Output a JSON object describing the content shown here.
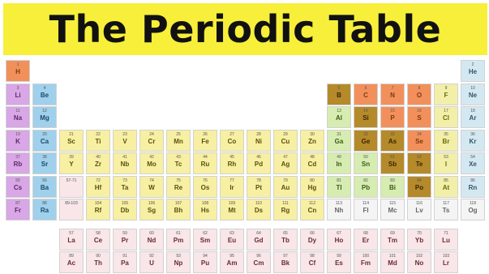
{
  "title": "The Periodic Table",
  "colors": {
    "banner": "#f7ef3a",
    "alkali": "#d9a6e6",
    "alkaline_earth": "#9fd0ec",
    "transition": "#f7efa2",
    "post_transition": "#d6ecb0",
    "metalloid": "#b58a2a",
    "nonmetal": "#f2905b",
    "halogen": "#f2efa8",
    "noble": "#d4e8f2",
    "lanthanide": "#f8e6e8",
    "actinide": "#f8e6e8",
    "unknown": "#f4f4f4"
  },
  "elements": [
    {
      "n": "1",
      "s": "H",
      "row": 1,
      "col": 1,
      "cat": "nonmetal"
    },
    {
      "n": "2",
      "s": "He",
      "row": 1,
      "col": 18,
      "cat": "noble"
    },
    {
      "n": "3",
      "s": "Li",
      "row": 2,
      "col": 1,
      "cat": "alkali"
    },
    {
      "n": "4",
      "s": "Be",
      "row": 2,
      "col": 2,
      "cat": "alkaline_earth"
    },
    {
      "n": "5",
      "s": "B",
      "row": 2,
      "col": 13,
      "cat": "metalloid"
    },
    {
      "n": "6",
      "s": "C",
      "row": 2,
      "col": 14,
      "cat": "nonmetal"
    },
    {
      "n": "7",
      "s": "N",
      "row": 2,
      "col": 15,
      "cat": "nonmetal"
    },
    {
      "n": "8",
      "s": "O",
      "row": 2,
      "col": 16,
      "cat": "nonmetal"
    },
    {
      "n": "9",
      "s": "F",
      "row": 2,
      "col": 17,
      "cat": "halogen"
    },
    {
      "n": "10",
      "s": "Ne",
      "row": 2,
      "col": 18,
      "cat": "noble"
    },
    {
      "n": "11",
      "s": "Na",
      "row": 3,
      "col": 1,
      "cat": "alkali"
    },
    {
      "n": "12",
      "s": "Mg",
      "row": 3,
      "col": 2,
      "cat": "alkaline_earth"
    },
    {
      "n": "13",
      "s": "Al",
      "row": 3,
      "col": 13,
      "cat": "post_transition"
    },
    {
      "n": "14",
      "s": "Si",
      "row": 3,
      "col": 14,
      "cat": "metalloid"
    },
    {
      "n": "15",
      "s": "P",
      "row": 3,
      "col": 15,
      "cat": "nonmetal"
    },
    {
      "n": "16",
      "s": "S",
      "row": 3,
      "col": 16,
      "cat": "nonmetal"
    },
    {
      "n": "17",
      "s": "Cl",
      "row": 3,
      "col": 17,
      "cat": "halogen"
    },
    {
      "n": "18",
      "s": "Ar",
      "row": 3,
      "col": 18,
      "cat": "noble"
    },
    {
      "n": "19",
      "s": "K",
      "row": 4,
      "col": 1,
      "cat": "alkali"
    },
    {
      "n": "20",
      "s": "Ca",
      "row": 4,
      "col": 2,
      "cat": "alkaline_earth"
    },
    {
      "n": "21",
      "s": "Sc",
      "row": 4,
      "col": 3,
      "cat": "transition"
    },
    {
      "n": "22",
      "s": "Ti",
      "row": 4,
      "col": 4,
      "cat": "transition"
    },
    {
      "n": "23",
      "s": "V",
      "row": 4,
      "col": 5,
      "cat": "transition"
    },
    {
      "n": "24",
      "s": "Cr",
      "row": 4,
      "col": 6,
      "cat": "transition"
    },
    {
      "n": "25",
      "s": "Mn",
      "row": 4,
      "col": 7,
      "cat": "transition"
    },
    {
      "n": "26",
      "s": "Fe",
      "row": 4,
      "col": 8,
      "cat": "transition"
    },
    {
      "n": "27",
      "s": "Co",
      "row": 4,
      "col": 9,
      "cat": "transition"
    },
    {
      "n": "28",
      "s": "Ni",
      "row": 4,
      "col": 10,
      "cat": "transition"
    },
    {
      "n": "29",
      "s": "Cu",
      "row": 4,
      "col": 11,
      "cat": "transition"
    },
    {
      "n": "30",
      "s": "Zn",
      "row": 4,
      "col": 12,
      "cat": "transition"
    },
    {
      "n": "31",
      "s": "Ga",
      "row": 4,
      "col": 13,
      "cat": "post_transition"
    },
    {
      "n": "32",
      "s": "Ge",
      "row": 4,
      "col": 14,
      "cat": "metalloid"
    },
    {
      "n": "33",
      "s": "As",
      "row": 4,
      "col": 15,
      "cat": "metalloid"
    },
    {
      "n": "34",
      "s": "Se",
      "row": 4,
      "col": 16,
      "cat": "nonmetal"
    },
    {
      "n": "35",
      "s": "Br",
      "row": 4,
      "col": 17,
      "cat": "halogen"
    },
    {
      "n": "36",
      "s": "Kr",
      "row": 4,
      "col": 18,
      "cat": "noble"
    },
    {
      "n": "37",
      "s": "Rb",
      "row": 5,
      "col": 1,
      "cat": "alkali"
    },
    {
      "n": "38",
      "s": "Sr",
      "row": 5,
      "col": 2,
      "cat": "alkaline_earth"
    },
    {
      "n": "39",
      "s": "Y",
      "row": 5,
      "col": 3,
      "cat": "transition"
    },
    {
      "n": "40",
      "s": "Zr",
      "row": 5,
      "col": 4,
      "cat": "transition"
    },
    {
      "n": "41",
      "s": "Nb",
      "row": 5,
      "col": 5,
      "cat": "transition"
    },
    {
      "n": "42",
      "s": "Mo",
      "row": 5,
      "col": 6,
      "cat": "transition"
    },
    {
      "n": "43",
      "s": "Tc",
      "row": 5,
      "col": 7,
      "cat": "transition"
    },
    {
      "n": "44",
      "s": "Ru",
      "row": 5,
      "col": 8,
      "cat": "transition"
    },
    {
      "n": "45",
      "s": "Rh",
      "row": 5,
      "col": 9,
      "cat": "transition"
    },
    {
      "n": "46",
      "s": "Pd",
      "row": 5,
      "col": 10,
      "cat": "transition"
    },
    {
      "n": "47",
      "s": "Ag",
      "row": 5,
      "col": 11,
      "cat": "transition"
    },
    {
      "n": "48",
      "s": "Cd",
      "row": 5,
      "col": 12,
      "cat": "transition"
    },
    {
      "n": "49",
      "s": "In",
      "row": 5,
      "col": 13,
      "cat": "post_transition"
    },
    {
      "n": "50",
      "s": "Sn",
      "row": 5,
      "col": 14,
      "cat": "post_transition"
    },
    {
      "n": "51",
      "s": "Sb",
      "row": 5,
      "col": 15,
      "cat": "metalloid"
    },
    {
      "n": "52",
      "s": "Te",
      "row": 5,
      "col": 16,
      "cat": "metalloid"
    },
    {
      "n": "53",
      "s": "I",
      "row": 5,
      "col": 17,
      "cat": "halogen"
    },
    {
      "n": "54",
      "s": "Xe",
      "row": 5,
      "col": 18,
      "cat": "noble"
    },
    {
      "n": "55",
      "s": "Cs",
      "row": 6,
      "col": 1,
      "cat": "alkali"
    },
    {
      "n": "56",
      "s": "Ba",
      "row": 6,
      "col": 2,
      "cat": "alkaline_earth"
    },
    {
      "n": "57-71",
      "s": "",
      "row": 6,
      "col": 3,
      "cat": "lanthanide"
    },
    {
      "n": "72",
      "s": "Hf",
      "row": 6,
      "col": 4,
      "cat": "transition"
    },
    {
      "n": "73",
      "s": "Ta",
      "row": 6,
      "col": 5,
      "cat": "transition"
    },
    {
      "n": "74",
      "s": "W",
      "row": 6,
      "col": 6,
      "cat": "transition"
    },
    {
      "n": "75",
      "s": "Re",
      "row": 6,
      "col": 7,
      "cat": "transition"
    },
    {
      "n": "76",
      "s": "Os",
      "row": 6,
      "col": 8,
      "cat": "transition"
    },
    {
      "n": "77",
      "s": "Ir",
      "row": 6,
      "col": 9,
      "cat": "transition"
    },
    {
      "n": "78",
      "s": "Pt",
      "row": 6,
      "col": 10,
      "cat": "transition"
    },
    {
      "n": "79",
      "s": "Au",
      "row": 6,
      "col": 11,
      "cat": "transition"
    },
    {
      "n": "80",
      "s": "Hg",
      "row": 6,
      "col": 12,
      "cat": "transition"
    },
    {
      "n": "81",
      "s": "Tl",
      "row": 6,
      "col": 13,
      "cat": "post_transition"
    },
    {
      "n": "82",
      "s": "Pb",
      "row": 6,
      "col": 14,
      "cat": "post_transition"
    },
    {
      "n": "83",
      "s": "Bi",
      "row": 6,
      "col": 15,
      "cat": "post_transition"
    },
    {
      "n": "84",
      "s": "Po",
      "row": 6,
      "col": 16,
      "cat": "metalloid"
    },
    {
      "n": "85",
      "s": "At",
      "row": 6,
      "col": 17,
      "cat": "halogen"
    },
    {
      "n": "86",
      "s": "Rn",
      "row": 6,
      "col": 18,
      "cat": "noble"
    },
    {
      "n": "87",
      "s": "Fr",
      "row": 7,
      "col": 1,
      "cat": "alkali"
    },
    {
      "n": "88",
      "s": "Ra",
      "row": 7,
      "col": 2,
      "cat": "alkaline_earth"
    },
    {
      "n": "89-103",
      "s": "",
      "row": 7,
      "col": 3,
      "cat": "actinide"
    },
    {
      "n": "104",
      "s": "Rf",
      "row": 7,
      "col": 4,
      "cat": "transition"
    },
    {
      "n": "105",
      "s": "Db",
      "row": 7,
      "col": 5,
      "cat": "transition"
    },
    {
      "n": "106",
      "s": "Sg",
      "row": 7,
      "col": 6,
      "cat": "transition"
    },
    {
      "n": "107",
      "s": "Bh",
      "row": 7,
      "col": 7,
      "cat": "transition"
    },
    {
      "n": "108",
      "s": "Hs",
      "row": 7,
      "col": 8,
      "cat": "transition"
    },
    {
      "n": "109",
      "s": "Mt",
      "row": 7,
      "col": 9,
      "cat": "transition"
    },
    {
      "n": "110",
      "s": "Ds",
      "row": 7,
      "col": 10,
      "cat": "transition"
    },
    {
      "n": "111",
      "s": "Rg",
      "row": 7,
      "col": 11,
      "cat": "transition"
    },
    {
      "n": "112",
      "s": "Cn",
      "row": 7,
      "col": 12,
      "cat": "transition"
    },
    {
      "n": "113",
      "s": "Nh",
      "row": 7,
      "col": 13,
      "cat": "unknown"
    },
    {
      "n": "114",
      "s": "Fl",
      "row": 7,
      "col": 14,
      "cat": "unknown"
    },
    {
      "n": "115",
      "s": "Mc",
      "row": 7,
      "col": 15,
      "cat": "unknown"
    },
    {
      "n": "116",
      "s": "Lv",
      "row": 7,
      "col": 16,
      "cat": "unknown"
    },
    {
      "n": "117",
      "s": "Ts",
      "row": 7,
      "col": 17,
      "cat": "unknown"
    },
    {
      "n": "118",
      "s": "Og",
      "row": 7,
      "col": 18,
      "cat": "unknown"
    },
    {
      "n": "57",
      "s": "La",
      "row": 9,
      "col": 3,
      "cat": "lanthanide"
    },
    {
      "n": "58",
      "s": "Ce",
      "row": 9,
      "col": 4,
      "cat": "lanthanide"
    },
    {
      "n": "59",
      "s": "Pr",
      "row": 9,
      "col": 5,
      "cat": "lanthanide"
    },
    {
      "n": "60",
      "s": "Nd",
      "row": 9,
      "col": 6,
      "cat": "lanthanide"
    },
    {
      "n": "61",
      "s": "Pm",
      "row": 9,
      "col": 7,
      "cat": "lanthanide"
    },
    {
      "n": "62",
      "s": "Sm",
      "row": 9,
      "col": 8,
      "cat": "lanthanide"
    },
    {
      "n": "63",
      "s": "Eu",
      "row": 9,
      "col": 9,
      "cat": "lanthanide"
    },
    {
      "n": "64",
      "s": "Gd",
      "row": 9,
      "col": 10,
      "cat": "lanthanide"
    },
    {
      "n": "65",
      "s": "Tb",
      "row": 9,
      "col": 11,
      "cat": "lanthanide"
    },
    {
      "n": "66",
      "s": "Dy",
      "row": 9,
      "col": 12,
      "cat": "lanthanide"
    },
    {
      "n": "67",
      "s": "Ho",
      "row": 9,
      "col": 13,
      "cat": "lanthanide"
    },
    {
      "n": "68",
      "s": "Er",
      "row": 9,
      "col": 14,
      "cat": "lanthanide"
    },
    {
      "n": "69",
      "s": "Tm",
      "row": 9,
      "col": 15,
      "cat": "lanthanide"
    },
    {
      "n": "70",
      "s": "Yb",
      "row": 9,
      "col": 16,
      "cat": "lanthanide"
    },
    {
      "n": "71",
      "s": "Lu",
      "row": 9,
      "col": 17,
      "cat": "lanthanide"
    },
    {
      "n": "89",
      "s": "Ac",
      "row": 10,
      "col": 3,
      "cat": "actinide"
    },
    {
      "n": "90",
      "s": "Th",
      "row": 10,
      "col": 4,
      "cat": "actinide"
    },
    {
      "n": "91",
      "s": "Pa",
      "row": 10,
      "col": 5,
      "cat": "actinide"
    },
    {
      "n": "92",
      "s": "U",
      "row": 10,
      "col": 6,
      "cat": "actinide"
    },
    {
      "n": "93",
      "s": "Np",
      "row": 10,
      "col": 7,
      "cat": "actinide"
    },
    {
      "n": "94",
      "s": "Pu",
      "row": 10,
      "col": 8,
      "cat": "actinide"
    },
    {
      "n": "95",
      "s": "Am",
      "row": 10,
      "col": 9,
      "cat": "actinide"
    },
    {
      "n": "96",
      "s": "Cm",
      "row": 10,
      "col": 10,
      "cat": "actinide"
    },
    {
      "n": "97",
      "s": "Bk",
      "row": 10,
      "col": 11,
      "cat": "actinide"
    },
    {
      "n": "98",
      "s": "Cf",
      "row": 10,
      "col": 12,
      "cat": "actinide"
    },
    {
      "n": "99",
      "s": "Es",
      "row": 10,
      "col": 13,
      "cat": "actinide"
    },
    {
      "n": "100",
      "s": "Fm",
      "row": 10,
      "col": 14,
      "cat": "actinide"
    },
    {
      "n": "101",
      "s": "Md",
      "row": 10,
      "col": 15,
      "cat": "actinide"
    },
    {
      "n": "102",
      "s": "No",
      "row": 10,
      "col": 16,
      "cat": "actinide"
    },
    {
      "n": "103",
      "s": "Lr",
      "row": 10,
      "col": 17,
      "cat": "actinide"
    }
  ]
}
